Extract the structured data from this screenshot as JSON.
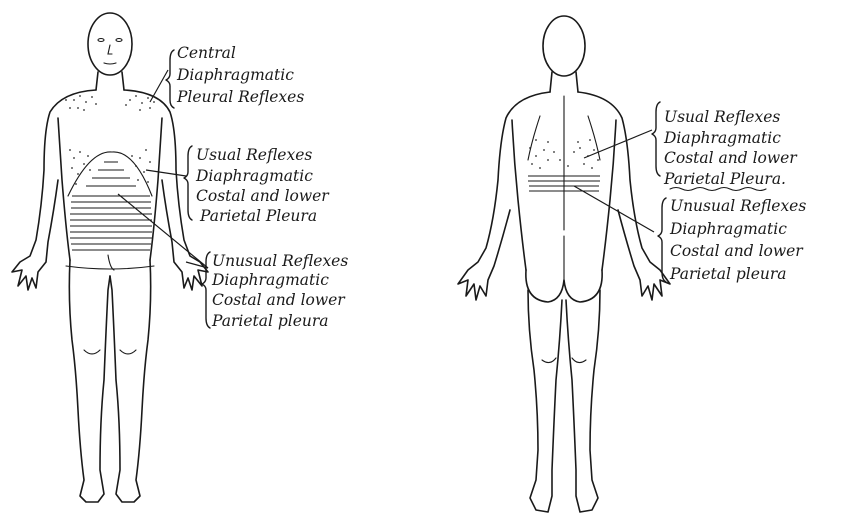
{
  "front_figure": {
    "central_label": [
      "Central",
      "Diaphragmatic",
      "Pleural Reflexes"
    ],
    "usual_label": [
      "Usual Reflexes",
      "Diaphragmatic",
      "Costal and lower",
      "Parietal Pleura"
    ],
    "unusual_label": [
      "Unusual Reflexes",
      "Diaphragmatic",
      "Costal and lower",
      "Parietal pleura"
    ]
  },
  "back_figure": {
    "usual_label": [
      "Usual Reflexes",
      "Diaphragmatic",
      "Costal and lower",
      "Parietal Pleura."
    ],
    "unusual_label": [
      "Unusual Reflexes",
      "Diaphragmatic",
      "Costal and lower",
      "Parietal pleura"
    ]
  },
  "colors": {
    "ink": "#1a1a1a",
    "paper": "#ffffff"
  }
}
